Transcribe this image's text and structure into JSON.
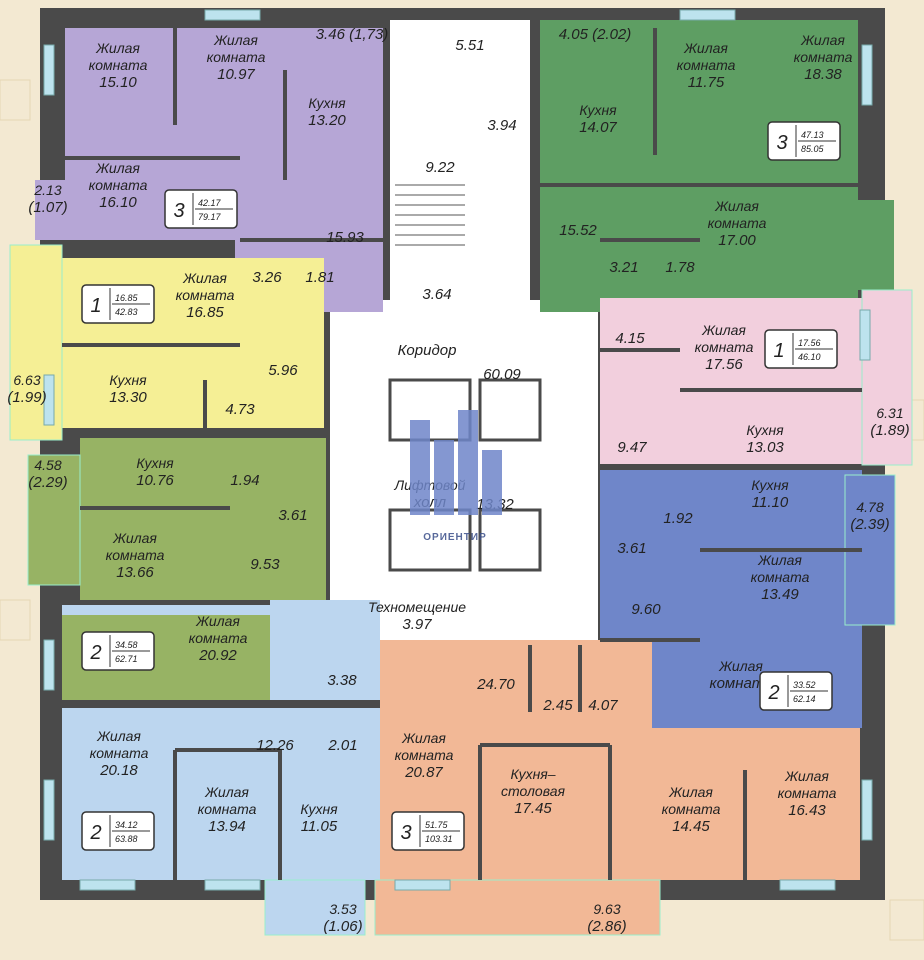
{
  "colors": {
    "bg": "#f3e9d2",
    "wall": "#4a4a4a",
    "apt_purple": "#b6a6d6",
    "apt_green": "#5e9e63",
    "apt_yellow": "#f5ef95",
    "apt_olive": "#97b364",
    "apt_lightblue": "#bcd6ef",
    "apt_peach": "#f2b896",
    "apt_pink": "#f2cfdd",
    "apt_blue": "#6f86c9",
    "common": "#ffffff",
    "window": "#bde3ee"
  },
  "badges": [
    {
      "count": "3",
      "living": "42.17",
      "total": "79.17"
    },
    {
      "count": "3",
      "living": "47.13",
      "total": "85.05"
    },
    {
      "count": "1",
      "living": "16.85",
      "total": "42.83"
    },
    {
      "count": "1",
      "living": "17.56",
      "total": "46.10"
    },
    {
      "count": "2",
      "living": "34.58",
      "total": "62.71"
    },
    {
      "count": "2",
      "living": "33.52",
      "total": "62.14"
    },
    {
      "count": "2",
      "living": "34.12",
      "total": "63.88"
    },
    {
      "count": "3",
      "living": "51.75",
      "total": "103.31"
    }
  ],
  "rooms": [
    {
      "l1": "Жилая",
      "l2": "комната",
      "l3": "15.10"
    },
    {
      "l1": "Жилая",
      "l2": "комната",
      "l3": "10.97"
    },
    {
      "l1": "",
      "l2": "",
      "l3": "3.46 (1,73)"
    },
    {
      "l1": "",
      "l2": "Кухня",
      "l3": "13.20"
    },
    {
      "l1": "Жилая",
      "l2": "комната",
      "l3": "16.10"
    },
    {
      "l1": "",
      "l2": "2.13",
      "l3": "(1.07)"
    },
    {
      "l1": "",
      "l2": "",
      "l3": "15.93"
    },
    {
      "l1": "",
      "l2": "",
      "l3": "3.26"
    },
    {
      "l1": "",
      "l2": "",
      "l3": "1.81"
    },
    {
      "l1": "",
      "l2": "",
      "l3": "5.51"
    },
    {
      "l1": "",
      "l2": "",
      "l3": "3.94"
    },
    {
      "l1": "",
      "l2": "",
      "l3": "9.22"
    },
    {
      "l1": "",
      "l2": "",
      "l3": "3.64"
    },
    {
      "l1": "",
      "l2": "",
      "l3": "4.05 (2.02)"
    },
    {
      "l1": "",
      "l2": "Кухня",
      "l3": "14.07"
    },
    {
      "l1": "Жилая",
      "l2": "комната",
      "l3": "11.75"
    },
    {
      "l1": "Жилая",
      "l2": "комната",
      "l3": "18.38"
    },
    {
      "l1": "",
      "l2": "",
      "l3": "15.52"
    },
    {
      "l1": "",
      "l2": "",
      "l3": "3.21"
    },
    {
      "l1": "",
      "l2": "",
      "l3": "1.78"
    },
    {
      "l1": "Жилая",
      "l2": "комната",
      "l3": "17.00"
    },
    {
      "l1": "Жилая",
      "l2": "комната",
      "l3": "16.85"
    },
    {
      "l1": "",
      "l2": "",
      "l3": "5.96"
    },
    {
      "l1": "",
      "l2": "Кухня",
      "l3": "13.30"
    },
    {
      "l1": "",
      "l2": "",
      "l3": "4.73"
    },
    {
      "l1": "",
      "l2": "6.63",
      "l3": "(1.99)"
    },
    {
      "l1": "",
      "l2": "",
      "l3": "Коридор"
    },
    {
      "l1": "",
      "l2": "",
      "l3": "60.09"
    },
    {
      "l1": "",
      "l2": "",
      "l3": "4.15"
    },
    {
      "l1": "Жилая",
      "l2": "комната",
      "l3": "17.56"
    },
    {
      "l1": "",
      "l2": "",
      "l3": "9.47"
    },
    {
      "l1": "",
      "l2": "Кухня",
      "l3": "13.03"
    },
    {
      "l1": "",
      "l2": "6.31",
      "l3": "(1.89)"
    },
    {
      "l1": "",
      "l2": "4.58",
      "l3": "(2.29)"
    },
    {
      "l1": "",
      "l2": "Кухня",
      "l3": "10.76"
    },
    {
      "l1": "",
      "l2": "",
      "l3": "1.94"
    },
    {
      "l1": "",
      "l2": "",
      "l3": "3.61"
    },
    {
      "l1": "Жилая",
      "l2": "комната",
      "l3": "13.66"
    },
    {
      "l1": "",
      "l2": "",
      "l3": "9.53"
    },
    {
      "l1": "",
      "l2": "Лифтовой",
      "l3": "холл"
    },
    {
      "l1": "",
      "l2": "",
      "l3": "13.32"
    },
    {
      "l1": "",
      "l2": "",
      "l3": "1.92"
    },
    {
      "l1": "",
      "l2": "Кухня",
      "l3": "11.10"
    },
    {
      "l1": "",
      "l2": "4.78",
      "l3": "(2.39)"
    },
    {
      "l1": "",
      "l2": "",
      "l3": "3.61"
    },
    {
      "l1": "",
      "l2": "",
      "l3": "9.60"
    },
    {
      "l1": "Жилая",
      "l2": "комната",
      "l3": "13.49"
    },
    {
      "l1": "Жилая",
      "l2": "комната",
      "l3": "20.92"
    },
    {
      "l1": "",
      "l2": "Техномещение",
      "l3": "3.97"
    },
    {
      "l1": "",
      "l2": "",
      "l3": "24.70"
    },
    {
      "l1": "",
      "l2": "",
      "l3": "2.45"
    },
    {
      "l1": "",
      "l2": "",
      "l3": "4.07"
    },
    {
      "l1": "",
      "l2": "Жилая",
      "l3": "комната"
    },
    {
      "l1": "",
      "l2": "",
      "l3": "3.38"
    },
    {
      "l1": "",
      "l2": "",
      "l3": "12.26"
    },
    {
      "l1": "",
      "l2": "",
      "l3": "2.01"
    },
    {
      "l1": "Жилая",
      "l2": "комната",
      "l3": "20.18"
    },
    {
      "l1": "Жилая",
      "l2": "комната",
      "l3": "13.94"
    },
    {
      "l1": "",
      "l2": "Кухня",
      "l3": "11.05"
    },
    {
      "l1": "Жилая",
      "l2": "комната",
      "l3": "20.87"
    },
    {
      "l1": "Кухня–",
      "l2": "столовая",
      "l3": "17.45"
    },
    {
      "l1": "Жилая",
      "l2": "комната",
      "l3": "14.45"
    },
    {
      "l1": "Жилая",
      "l2": "комната",
      "l3": "16.43"
    },
    {
      "l1": "",
      "l2": "3.53",
      "l3": "(1.06)"
    },
    {
      "l1": "",
      "l2": "9.63",
      "l3": "(2.86)"
    }
  ],
  "logo": {
    "text": "ОРИЕНТИР"
  }
}
